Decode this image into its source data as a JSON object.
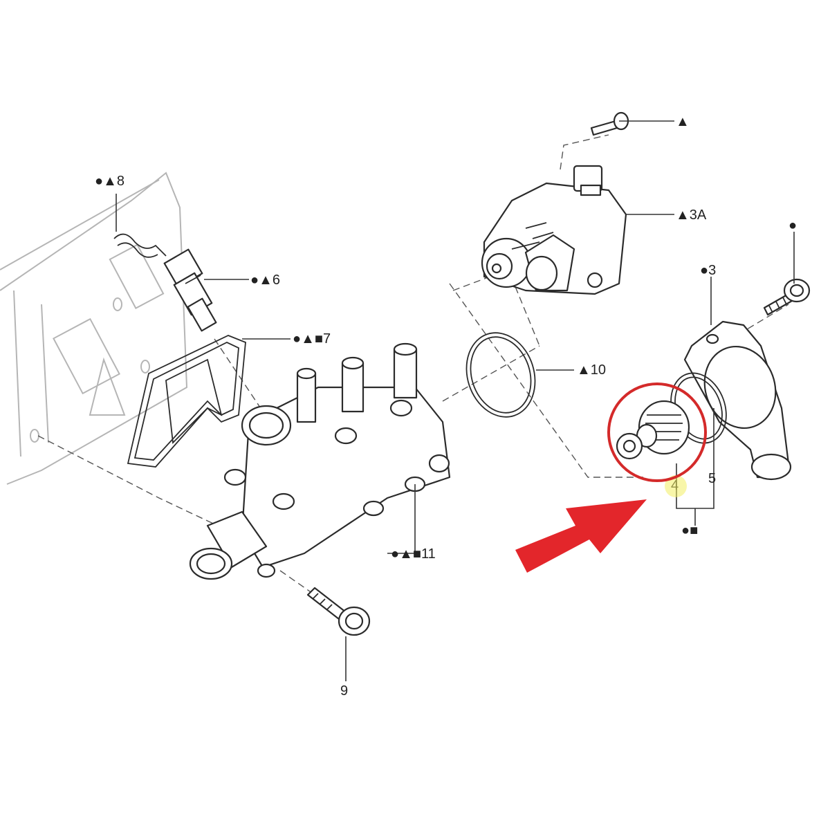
{
  "callouts": {
    "c8": "●▲8",
    "c6": "●▲6",
    "c7": "●▲■7",
    "c10": "▲10",
    "c11": "●▲■11",
    "c9": "9",
    "c_top": "▲",
    "c3a": "▲3A",
    "c_bolt_r": "●",
    "c3": "●3",
    "c4": "4",
    "c5": "5",
    "c45": "●■"
  },
  "colors": {
    "line": "#2b2b2b",
    "ghost": "#b5b5b5",
    "highlight_circle": "#d42a2a",
    "arrow": "#e3262b",
    "marker": "#f2ee62"
  },
  "annotations": {
    "highlight": "circle-around-part-4",
    "pointer": "red-arrow-toward-part-4"
  }
}
